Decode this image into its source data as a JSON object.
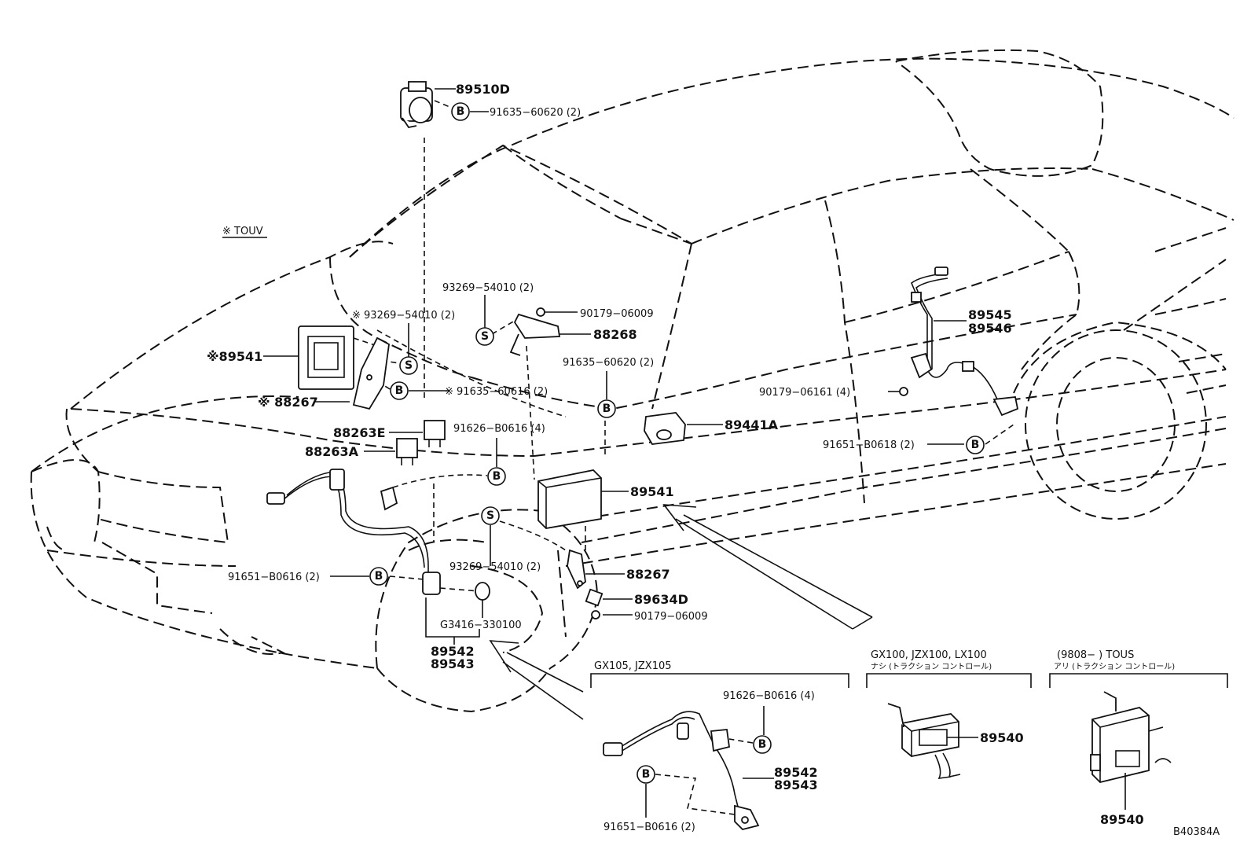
{
  "legend": {
    "note": "※ TOUV"
  },
  "labels": {
    "p89510d": "89510D",
    "p91635_60620_top": "91635−60620 (2)",
    "p93269_54010_a": "93269−54010 (2)",
    "p93269_54010_b": "※ 93269−54010 (2)",
    "p90179_06009_a": "90179−06009",
    "p88268": "88268",
    "p89541_star": "※89541",
    "p88267_star": "※ 88267",
    "p91635_60616": "※ 91635−60616 (2)",
    "p91635_60620_mid": "91635−60620 (2)",
    "p88263e": "88263E",
    "p88263a": "88263A",
    "p91626_b0616_a": "91626−B0616 (4)",
    "p89441a": "89441A",
    "p89545": "89545",
    "p89546": "89546",
    "p90179_06161": "90179−06161 (4)",
    "p91651_b0618": "91651−B0618 (2)",
    "p89541": "89541",
    "p88267": "88267",
    "p93269_54010_c": "93269−54010 (2)",
    "p91651_b0616_a": "91651−B0616 (2)",
    "p89634d": "89634D",
    "p90179_06009_b": "90179−06009",
    "pg3416": "G3416−330100",
    "p89542_a": "89542",
    "p89543_a": "89543",
    "p91626_b0616_b": "91626−B0616 (4)",
    "p89542_b": "89542",
    "p89543_b": "89543",
    "p91651_b0616_b": "91651−B0616 (2)",
    "p89540_a": "89540",
    "p89540_b": "89540",
    "code": "B40384A"
  },
  "callouts": {
    "b": "B",
    "s": "S"
  },
  "inset_gx105": {
    "title": "GX105, JZX105"
  },
  "inset_gx100": {
    "title": "GX100, JZX100, LX100",
    "subtitle": "ナシ (トラクション コントロール)"
  },
  "inset_9808": {
    "title": "(9808−        ) TOUS",
    "subtitle": "アリ (トラクション コントロール)"
  }
}
